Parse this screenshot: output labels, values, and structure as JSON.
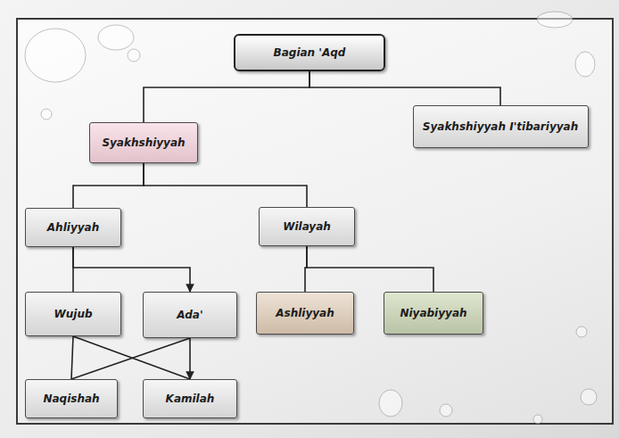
{
  "diagram": {
    "nodes": [
      {
        "text": [
          "Bagian 'Aqd"
        ]
      },
      {
        "text": [
          "Syakhshiyyah"
        ]
      },
      {
        "text": [
          "Syakhshiyyah I'tibariyyah"
        ]
      },
      {
        "text": [
          "Ahliyyah"
        ]
      },
      {
        "text": [
          "Wilayah"
        ]
      },
      {
        "text": [
          "Wujub"
        ]
      },
      {
        "text": [
          "Ada'"
        ]
      },
      {
        "text": [
          "Ashliyyah"
        ]
      },
      {
        "text": [
          "Niyabiyyah"
        ]
      },
      {
        "text": [
          "Naqishah"
        ]
      },
      {
        "text": [
          "Kamilah"
        ]
      }
    ],
    "edges": [
      {
        "from": 0,
        "to": 1,
        "arrow": "none"
      },
      {
        "from": 0,
        "to": 2,
        "arrow": "none"
      },
      {
        "from": 1,
        "to": 3,
        "arrow": "none"
      },
      {
        "from": 1,
        "to": 4,
        "arrow": "none"
      },
      {
        "from": 3,
        "to": 5,
        "arrow": "none"
      },
      {
        "from": 3,
        "to": 6,
        "arrow": "to"
      },
      {
        "from": 4,
        "to": 7,
        "arrow": "none"
      },
      {
        "from": 4,
        "to": 8,
        "arrow": "none"
      },
      {
        "from": 5,
        "to": 9,
        "arrow": "none"
      },
      {
        "from": 5,
        "to": 10,
        "arrow": "none"
      },
      {
        "from": 6,
        "to": 9,
        "arrow": "none"
      },
      {
        "from": 6,
        "to": 10,
        "arrow": "to"
      }
    ]
  }
}
